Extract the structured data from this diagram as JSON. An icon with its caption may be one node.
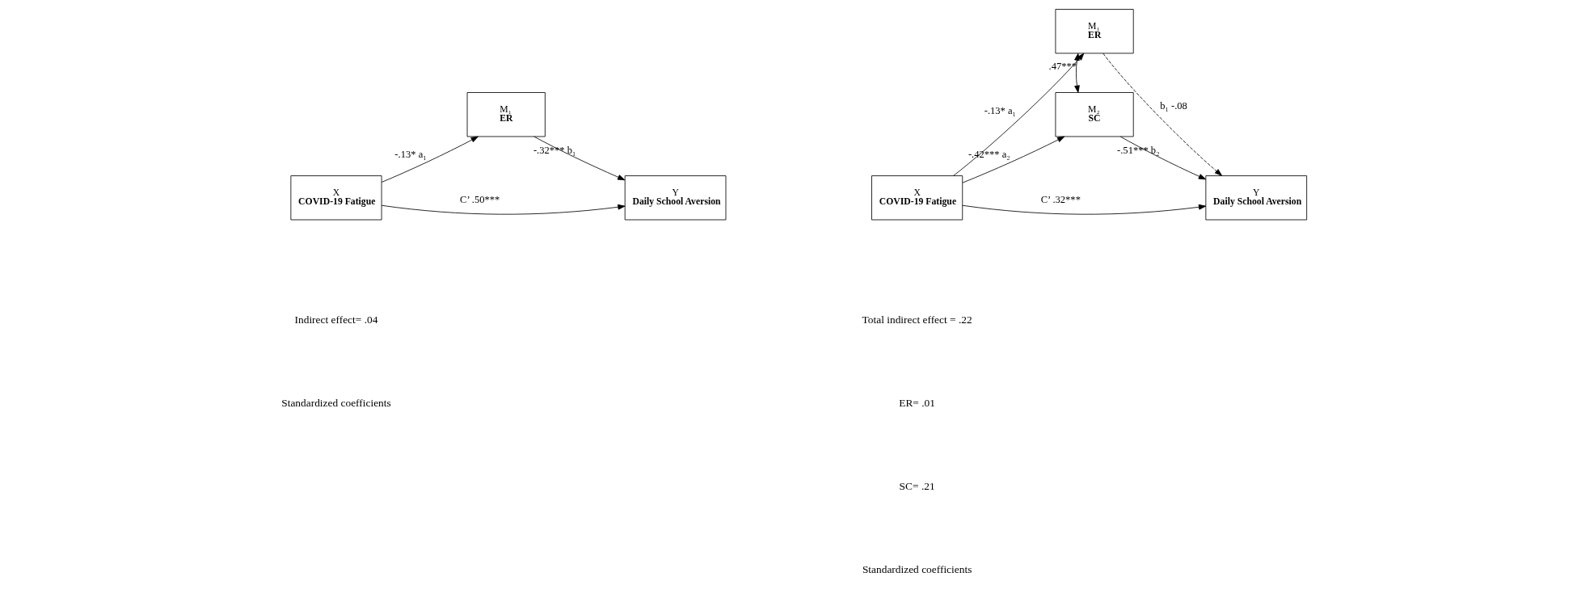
{
  "diagram": {
    "nodes": [
      {
        "text": [
          "M₁",
          "ER"
        ]
      },
      {
        "text": [
          "X",
          "COVID-19 Fatigue"
        ]
      },
      {
        "text": [
          "Y",
          "Daily School Aversion"
        ]
      },
      {
        "text": [
          "M₁",
          "ER"
        ]
      },
      {
        "text": [
          "M₂",
          "SC"
        ]
      },
      {
        "text": [
          "X",
          "COVID-19 Fatigue"
        ]
      },
      {
        "text": [
          "Y",
          "Daily School Aversion"
        ]
      }
    ],
    "edges": [
      {
        "from": 1,
        "to": 0,
        "arrow": "to",
        "label": "-.13* a₁"
      },
      {
        "from": 0,
        "to": 2,
        "arrow": "to",
        "label": "-.32*** b₁"
      },
      {
        "from": 1,
        "to": 2,
        "arrow": "to",
        "label": "C’ .50***"
      },
      {
        "from": 5,
        "to": 3,
        "arrow": "to",
        "label": "-.13* a₁"
      },
      {
        "from": 5,
        "to": 4,
        "arrow": "to",
        "label": "-.42*** a₂"
      },
      {
        "from": 3,
        "to": 4,
        "arrow": "both",
        "label": ".47***"
      },
      {
        "from": 4,
        "to": 6,
        "arrow": "to",
        "label": "-.51*** b₂"
      },
      {
        "from": 3,
        "to": 6,
        "arrow": "to",
        "label": "b₁ -.08",
        "style": "dashed"
      },
      {
        "from": 5,
        "to": 6,
        "arrow": "to",
        "label": "C’ .32***"
      }
    ],
    "labels": [
      "Indirect effect= .04",
      "Standardized coefficients",
      "Total indirect effect = .22",
      "ER= .01",
      "SC= .21",
      "Standardized coefficients"
    ]
  }
}
